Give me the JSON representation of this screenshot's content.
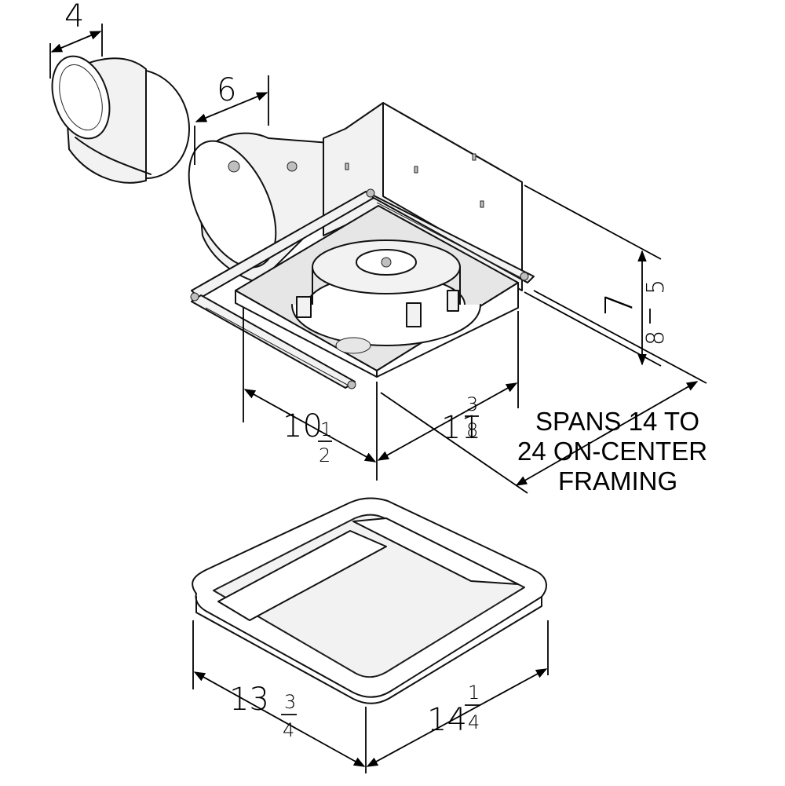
{
  "dimensions": {
    "duct_small": {
      "whole": "4"
    },
    "duct_large": {
      "whole": "6"
    },
    "height": {
      "whole": "7",
      "num": "5",
      "den": "8"
    },
    "housing_width": {
      "whole": "10",
      "num": "1",
      "den": "2"
    },
    "housing_depth": {
      "whole": "11",
      "num": "3",
      "den": "8"
    },
    "grille_width": {
      "whole": "13",
      "num": "3",
      "den": "4"
    },
    "grille_depth": {
      "whole": "14",
      "num": "1",
      "den": "4"
    }
  },
  "note": {
    "line1": "SPANS 14 TO",
    "line2": "24 ON-CENTER",
    "line3": "FRAMING"
  }
}
